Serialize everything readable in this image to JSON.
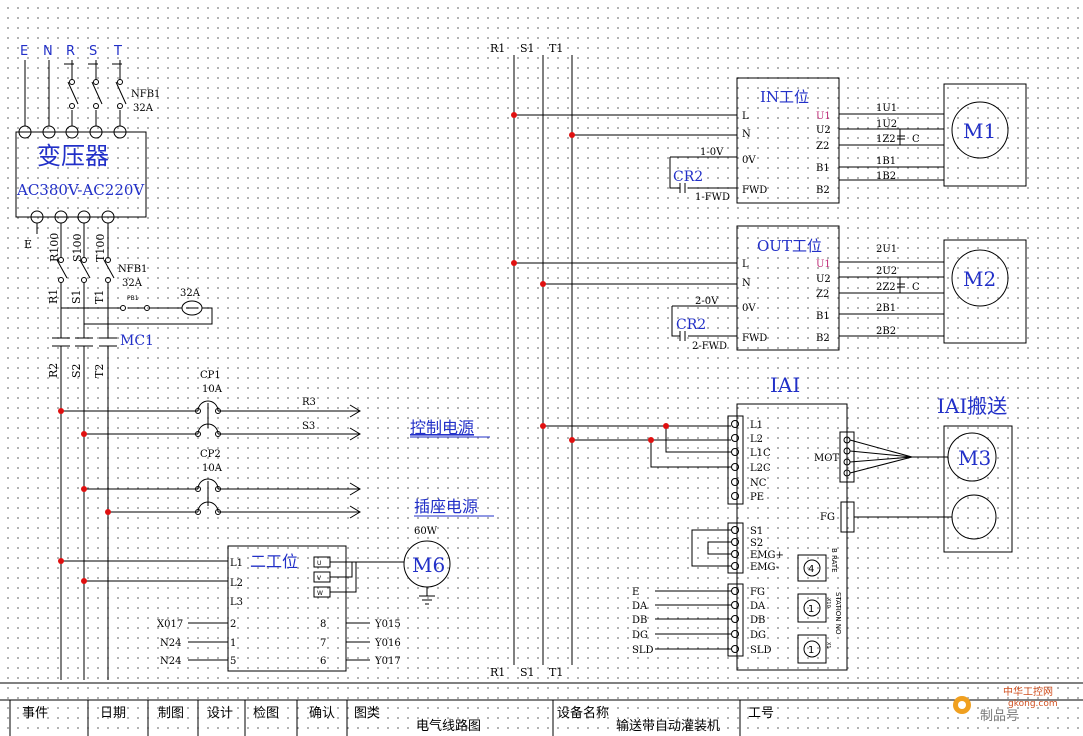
{
  "supply": {
    "labels": [
      "E",
      "N",
      "R",
      "S",
      "T"
    ],
    "nfb1": "NFB1",
    "nfb1_rating": "32A"
  },
  "transformer": {
    "title": "变压器",
    "rating": "AC380V-AC220V"
  },
  "secondary": {
    "e": "E",
    "r100": "R100",
    "s100": "S100",
    "t100": "T100",
    "nfb": "NFB1",
    "nfb_rating": "32A"
  },
  "phase1": {
    "r": "R1",
    "s": "S1",
    "t": "T1"
  },
  "contactor": {
    "label": "MC1",
    "pb": "PB1",
    "fuse": "32A"
  },
  "phase2": {
    "r": "R2",
    "s": "S2",
    "t": "T2"
  },
  "cp1": {
    "name": "CP1",
    "rating": "10A",
    "r3": "R3",
    "s3": "S3"
  },
  "cp2": {
    "name": "CP2",
    "rating": "10A"
  },
  "notes": {
    "control": "控制电源",
    "socket": "插座电源"
  },
  "bus": {
    "r": "R1",
    "s": "S1",
    "t": "T1"
  },
  "station2": {
    "title": "二工位",
    "pins": [
      "L1",
      "L2",
      "L3"
    ],
    "left_nums": [
      "2",
      "1",
      "5"
    ],
    "right_nums": [
      "8",
      "7",
      "6"
    ],
    "left_sigs": [
      "X017",
      "N24",
      "N24"
    ],
    "right_sigs": [
      "Y015",
      "Y016",
      "Y017"
    ],
    "terms": [
      "U",
      "V",
      "W"
    ]
  },
  "m6": {
    "power": "60W",
    "name": "M6"
  },
  "in_station": {
    "title": "IN工位",
    "left_pins": [
      "L",
      "N",
      "0V",
      "FWD"
    ],
    "right_pins": [
      "U1",
      "U2",
      "Z2",
      "B1",
      "B2"
    ],
    "wires": [
      "1U1",
      "1U2",
      "1Z2",
      "1B1",
      "1B2"
    ],
    "cap": "C",
    "cr": "CR2",
    "ov_wire": "1-0V",
    "fwd_wire": "1-FWD",
    "motor": "M1"
  },
  "out_station": {
    "title": "OUT工位",
    "left_pins": [
      "L",
      "N",
      "0V",
      "FWD"
    ],
    "right_pins": [
      "U1",
      "U2",
      "Z2",
      "B1",
      "B2"
    ],
    "wires": [
      "2U1",
      "2U2",
      "2Z2",
      "2B1",
      "2B2"
    ],
    "cap": "C",
    "cr": "CR2",
    "ov_wire": "2-0V",
    "fwd_wire": "2-FWD",
    "motor": "M2"
  },
  "iai": {
    "title": "IAI",
    "power_pins": [
      "L1",
      "L2",
      "L1C",
      "L2C",
      "NC",
      "PE"
    ],
    "io_pins": [
      "S1",
      "S2",
      "EMG+",
      "EMG-"
    ],
    "comm_pins": [
      "FG",
      "DA",
      "DB",
      "DG",
      "SLD"
    ],
    "comm_sigs": [
      "E",
      "DA",
      "DB",
      "DG",
      "SLD"
    ],
    "mot": "MOT",
    "fg": "FG",
    "b_rate": "B RATE",
    "station_no": "STATION NO",
    "x10": "X10",
    "x1": "X1",
    "dial1": "4",
    "dial2": "1",
    "dial3": "1"
  },
  "iai_transport": {
    "title": "IAI搬送",
    "motor": "M3"
  },
  "titleblock": {
    "cells": [
      "事件",
      "日期",
      "制图",
      "设计",
      "检图",
      "确认",
      "图类"
    ],
    "drawing_type": "电气线路图",
    "equip_label": "设备名称",
    "equip_name": "输送带自动灌装机",
    "job": "工号"
  },
  "watermark": {
    "cn": "中华工控网",
    "url": "gkong.com",
    "partial": "制品号"
  }
}
